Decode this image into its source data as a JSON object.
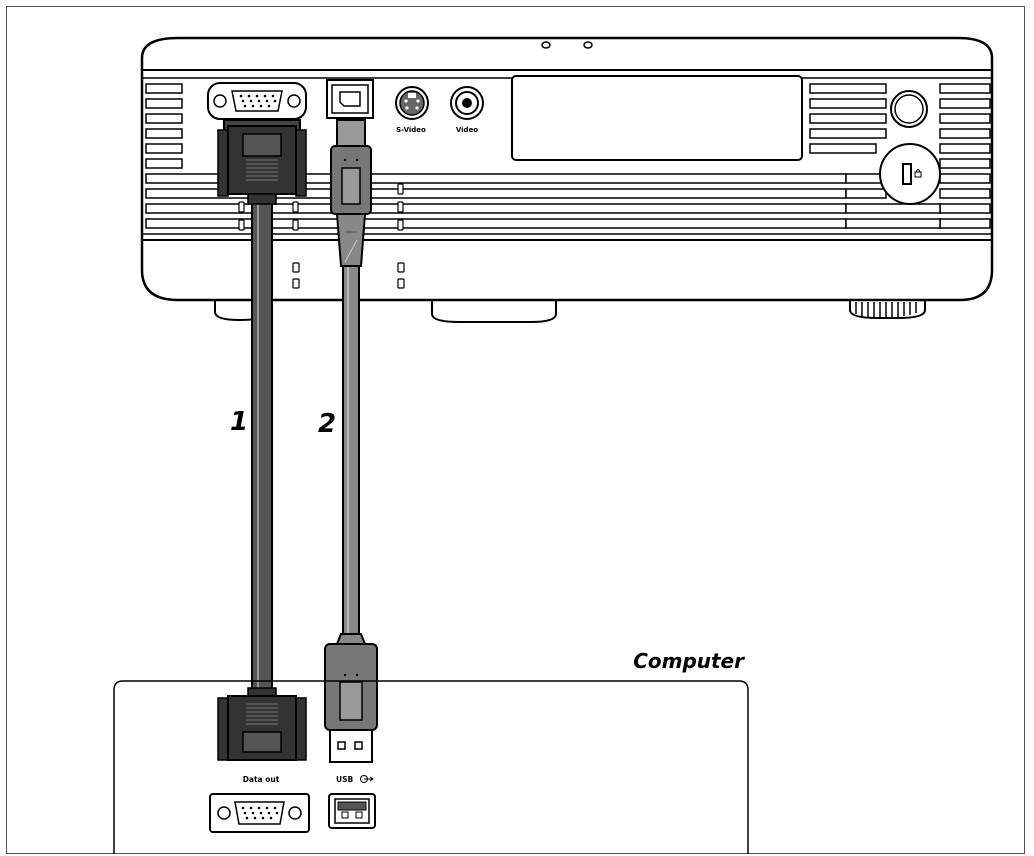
{
  "projector": {
    "ports": {
      "svideo": "S-Video",
      "video": "Video"
    }
  },
  "cables": {
    "cable1": "1",
    "cable2": "2"
  },
  "computer": {
    "title": "Computer",
    "ports": {
      "data_out": "Data out",
      "usb": "USB"
    }
  }
}
